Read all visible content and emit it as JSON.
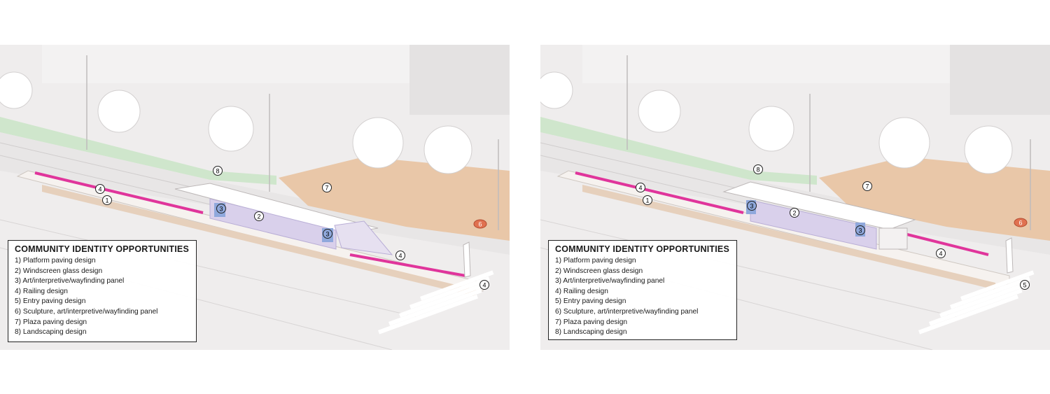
{
  "panels": [
    {
      "legend": {
        "title": "COMMUNITY IDENTITY OPPORTUNITIES",
        "items": [
          "1) Platform paving design",
          "2) Windscreen glass design",
          "3) Art/interpretive/wayfinding panel",
          "4) Railing design",
          "5) Entry paving design",
          "6) Sculpture, art/interpretive/wayfinding panel",
          "7) Plaza paving design",
          "8) Landscaping design"
        ]
      },
      "callouts": [
        "8",
        "4",
        "1",
        "2",
        "3",
        "3",
        "7",
        "6",
        "4",
        "4"
      ]
    },
    {
      "legend": {
        "title": "COMMUNITY IDENTITY OPPORTUNITIES",
        "items": [
          "1) Platform paving design",
          "2) Windscreen glass design",
          "3) Art/interpretive/wayfinding panel",
          "4) Railing design",
          "5) Entry paving design",
          "6) Sculpture, art/interpretive/wayfinding panel",
          "7) Plaza paving design",
          "8) Landscaping design"
        ]
      },
      "callouts": [
        "8",
        "4",
        "1",
        "2",
        "3",
        "3",
        "7",
        "6",
        "4",
        "5"
      ]
    }
  ],
  "colors": {
    "railing": "#e0359b",
    "panel": "#8fa8dc",
    "plaza": "#e9c7a8",
    "landscape": "#cfe6cc",
    "sculpture": "#e07150"
  }
}
